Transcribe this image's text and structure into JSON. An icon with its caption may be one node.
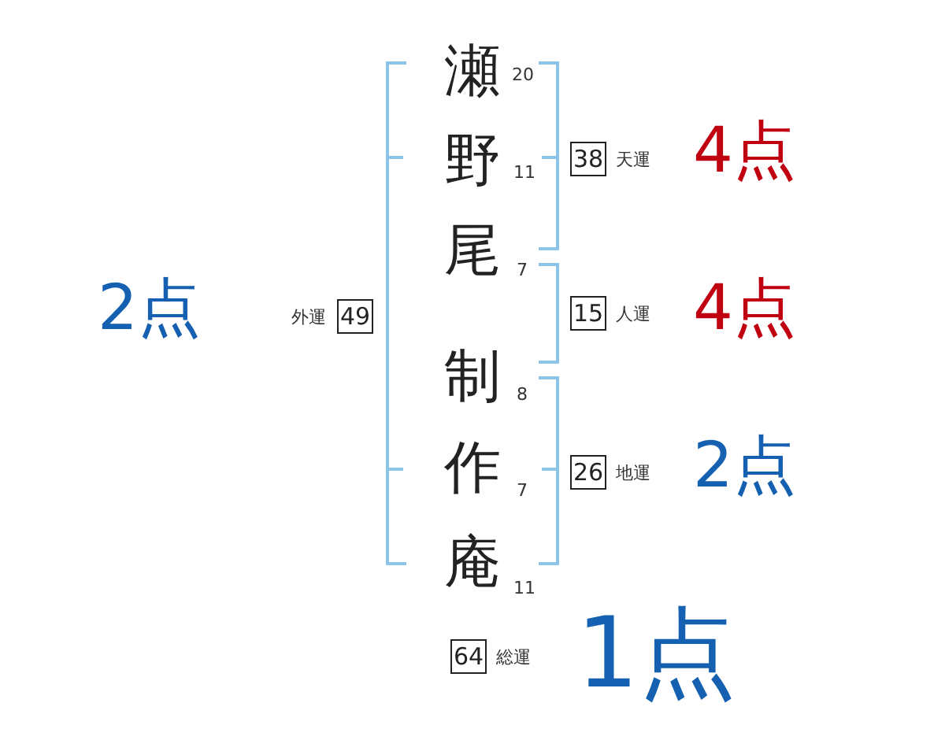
{
  "diagram": {
    "nodes": [
      {
        "text": [
          "38"
        ],
        "beside": [
          "天運"
        ]
      },
      {
        "text": [
          "49"
        ],
        "beside": [
          "外運"
        ]
      },
      {
        "text": [
          "15"
        ],
        "beside": [
          "人運"
        ]
      },
      {
        "text": [
          "26"
        ],
        "beside": [
          "地運"
        ]
      },
      {
        "text": [
          "64"
        ],
        "beside": [
          "総運"
        ]
      }
    ],
    "labels": [
      "瀬",
      "20",
      "4点",
      "野",
      "11",
      "尾",
      "2点",
      "7",
      "4点",
      "制",
      "8",
      "作",
      "7",
      "2点",
      "庵",
      "11",
      "1点"
    ]
  }
}
